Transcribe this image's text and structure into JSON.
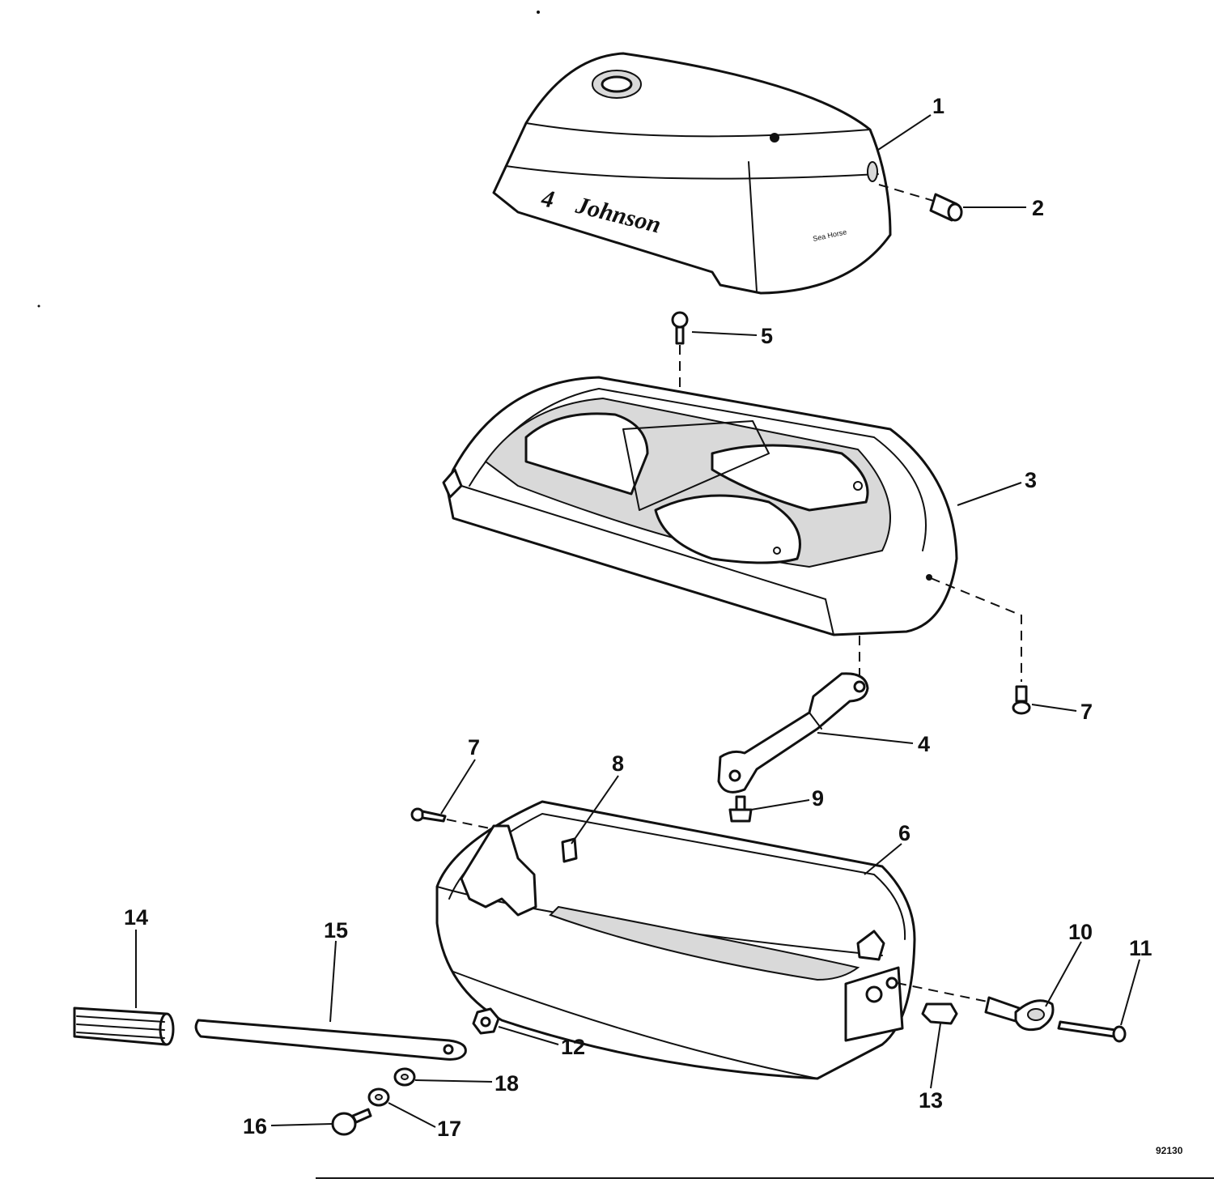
{
  "labels": {
    "p1": "1",
    "p2": "2",
    "p3": "3",
    "p4": "4",
    "p5": "5",
    "p6": "6",
    "p7a": "7",
    "p7b": "7",
    "p8": "8",
    "p9": "9",
    "p10": "10",
    "p11": "11",
    "p12": "12",
    "p13": "13",
    "p14": "14",
    "p15": "15",
    "p16": "16",
    "p17": "17",
    "p18": "18"
  },
  "cover": {
    "model_number": "4",
    "brand": "Johnson",
    "decal": "Sea Horse"
  },
  "figure_number": "92130"
}
